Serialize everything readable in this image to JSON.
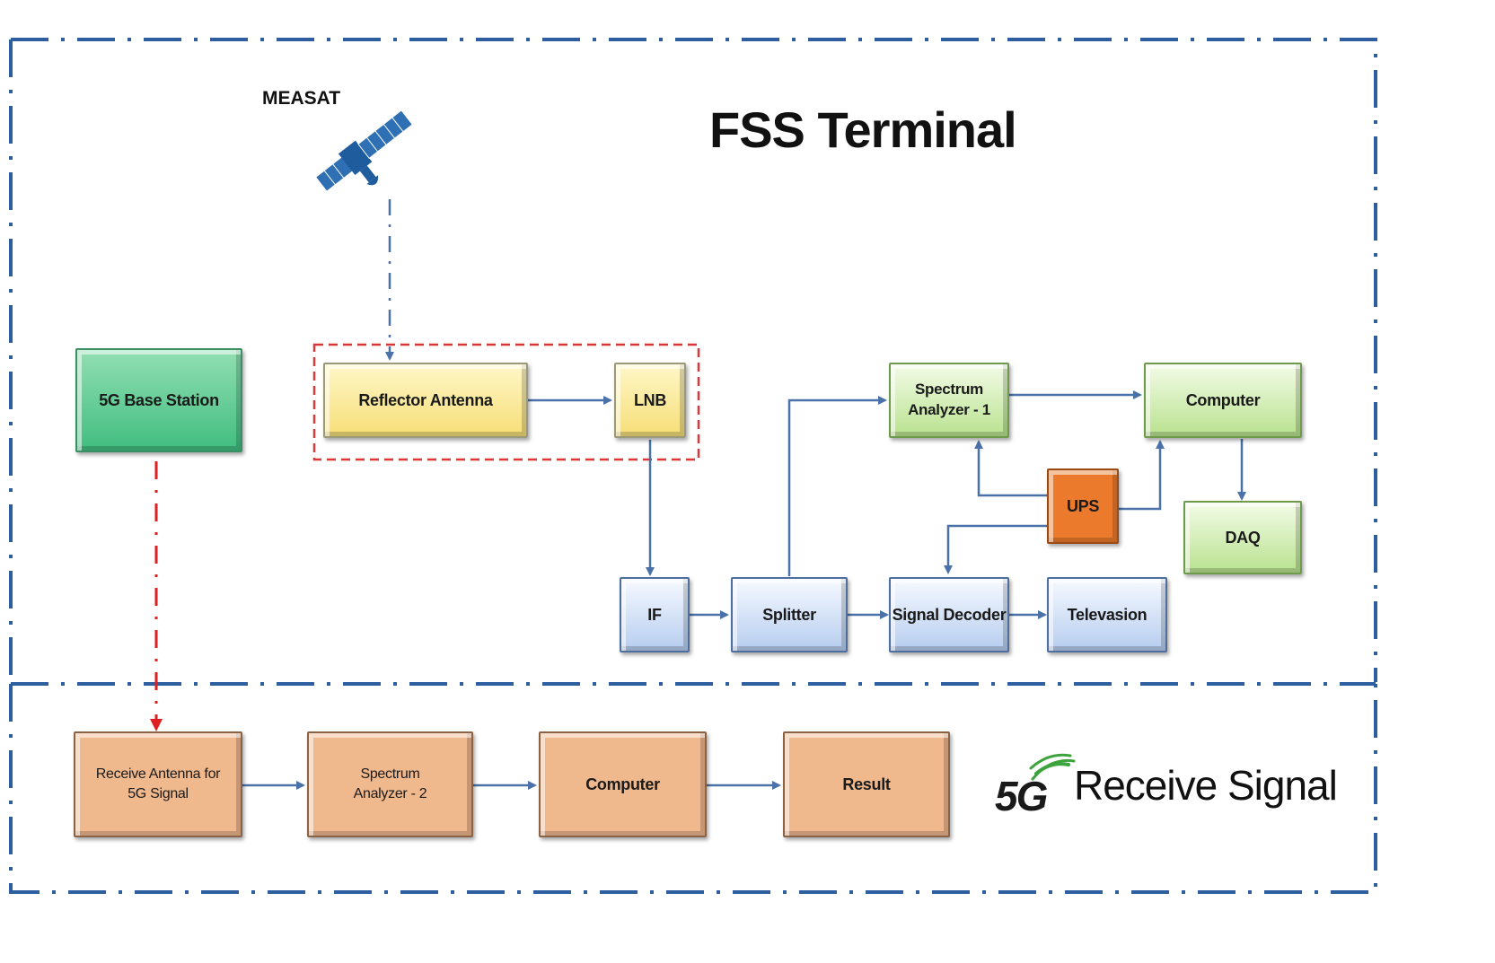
{
  "title": "FSS Terminal",
  "satellite_label": "MEASAT",
  "blocks": {
    "base_station": "5G Base Station",
    "reflector_antenna": "Reflector Antenna",
    "lnb": "LNB",
    "spectrum_analyzer_1": "Spectrum\nAnalyzer - 1",
    "computer_top": "Computer",
    "ups": "UPS",
    "daq": "DAQ",
    "if": "IF",
    "splitter": "Splitter",
    "signal_decoder": "Signal Decoder",
    "television": "Televasion",
    "receive_antenna": "Receive  Antenna for\n5G Signal",
    "spectrum_analyzer_2": "Spectrum\nAnalyzer - 2",
    "computer_bottom": "Computer",
    "result": "Result"
  },
  "receive_section": {
    "logo_text": "5G",
    "label": "Receive Signal"
  },
  "colors": {
    "border_dash": "#2d5fa0",
    "arrow": "#4a72a8",
    "red_dash": "#e02020",
    "lnb_group": "#d9383a"
  }
}
